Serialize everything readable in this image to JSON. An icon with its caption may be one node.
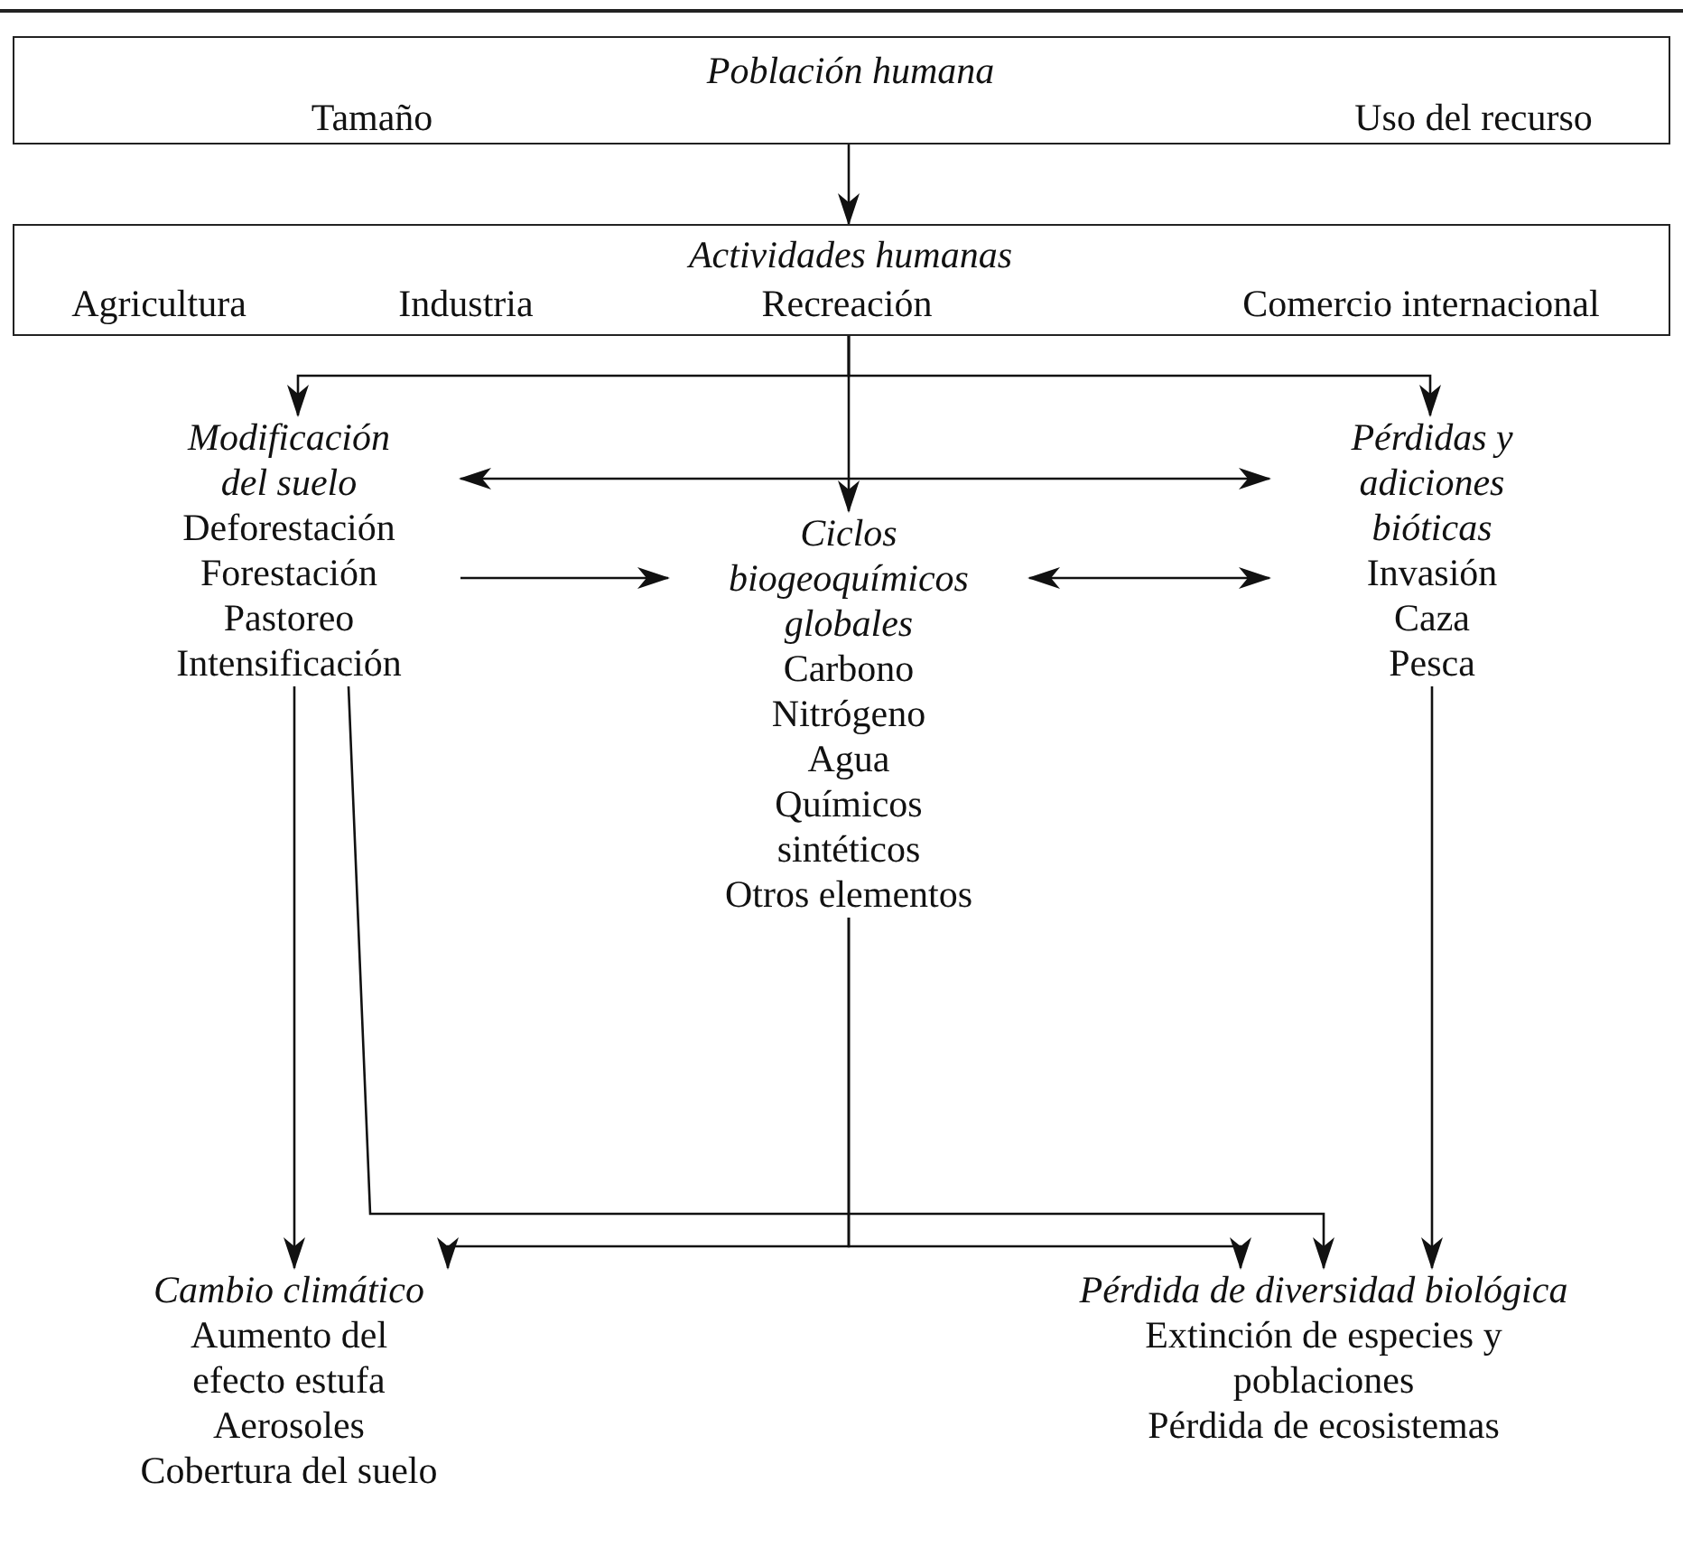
{
  "diagram": {
    "nodes": [
      {
        "text": [
          "Población humana",
          "Tamaño",
          "Uso del recurso"
        ]
      },
      {
        "text": [
          "Actividades humanas",
          "Agricultura",
          "Industria",
          "Recreación",
          "Comercio internacional"
        ]
      },
      {
        "text": [
          "Modificación del suelo",
          "Deforestación",
          "Forestación",
          "Pastoreo",
          "Intensificación"
        ]
      },
      {
        "text": [
          "Ciclos biogeoquímicos globales",
          "Carbono",
          "Nitrógeno",
          "Agua",
          "Químicos sintéticos",
          "Otros elementos"
        ]
      },
      {
        "text": [
          "Pérdidas y adiciones bióticas",
          "Invasión",
          "Caza",
          "Pesca"
        ]
      },
      {
        "text": [
          "Cambio climático",
          "Aumento del efecto estufa",
          "Aerosoles",
          "Cobertura del suelo"
        ]
      },
      {
        "text": [
          "Pérdida de diversidad biológica",
          "Extinción de especies y poblaciones",
          "Pérdida de ecosistemas"
        ]
      }
    ],
    "edges": [
      {
        "from": 0,
        "to": 1,
        "arrow": "to"
      },
      {
        "from": 1,
        "to": 2,
        "arrow": "to"
      },
      {
        "from": 1,
        "to": 3,
        "arrow": "to"
      },
      {
        "from": 1,
        "to": 4,
        "arrow": "to"
      },
      {
        "from": 2,
        "to": 4,
        "arrow": "both"
      },
      {
        "from": 2,
        "to": 3,
        "arrow": "to"
      },
      {
        "from": 3,
        "to": 4,
        "arrow": "both"
      },
      {
        "from": 2,
        "to": 5,
        "arrow": "to"
      },
      {
        "from": 2,
        "to": 6,
        "arrow": "to"
      },
      {
        "from": 3,
        "to": 5,
        "arrow": "to"
      },
      {
        "from": 3,
        "to": 6,
        "arrow": "to"
      },
      {
        "from": 4,
        "to": 6,
        "arrow": "to"
      }
    ]
  }
}
